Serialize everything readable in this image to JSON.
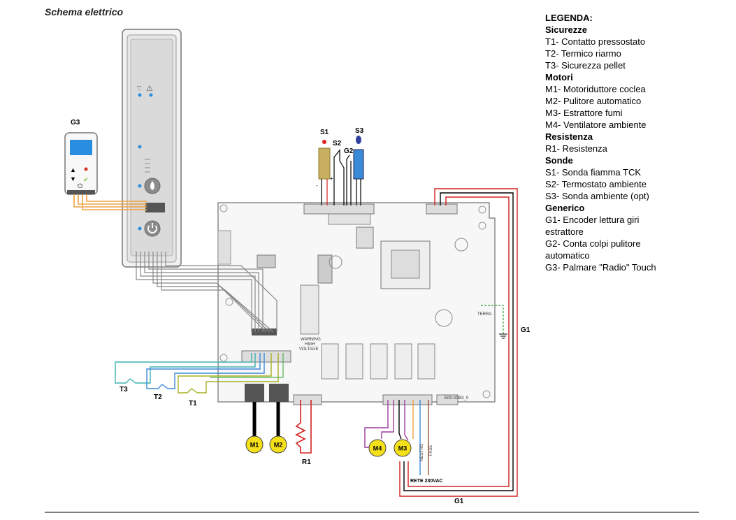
{
  "title": "Schema elettrico",
  "legend": {
    "header": "LEGENDA:",
    "groups": [
      {
        "title": "Sicurezze",
        "items": [
          "T1- Contatto pressostato",
          "T2-  Termico riarmo",
          "T3- Sicurezza pellet"
        ]
      },
      {
        "title": "Motori",
        "items": [
          "M1- Motoriduttore coclea",
          "M2- Pulitore automatico",
          "M3- Estrattore fumi",
          "M4- Ventilatore ambiente"
        ]
      },
      {
        "title": "Resistenza",
        "items": [
          "R1- Resistenza"
        ]
      },
      {
        "title": "Sonde",
        "items": [
          "S1- Sonda fiamma TCK",
          "S2- Termostato ambiente",
          "S3- Sonda ambiente (opt)"
        ]
      },
      {
        "title": "Generico",
        "items": [
          "G1- Encoder lettura giri",
          "estrattore",
          "G2-  Conta colpi pulitore",
          "automatico",
          "G3- Palmare \"Radio\" Touch"
        ]
      }
    ]
  },
  "labels": {
    "g3": "G3",
    "s1": "S1",
    "s2": "S2",
    "s3": "S3",
    "g2": "G2",
    "t1": "T1",
    "t2": "T2",
    "t3": "T3",
    "m1": "M1",
    "m2": "M2",
    "m3": "M3",
    "m4": "M4",
    "r1": "R1",
    "g1_right": "G1",
    "g1_bottom": "G1",
    "rete": "RETE 230VAC",
    "neutro": "NEUTRO",
    "fase": "FASE",
    "terra": "TERRA",
    "warning1": "WARNING",
    "warning2": "HIGH",
    "warning3": "VOLTAGE",
    "board_code": "E00-V0B3_0",
    "minus": "-",
    "plus": "+"
  },
  "colors": {
    "orange": "#f0a040",
    "red": "#d42020",
    "blue_wire": "#3b8ad8",
    "green_wire": "#4caf50",
    "teal": "#40b0b0",
    "olive": "#a8b020",
    "purple": "#9a3c9a",
    "motor_fill": "#f5e01a",
    "board_outline": "#8a8a8a",
    "panel": "#dcdcdc",
    "ribbon": "#888888",
    "led_blue": "#2a8ee0"
  }
}
